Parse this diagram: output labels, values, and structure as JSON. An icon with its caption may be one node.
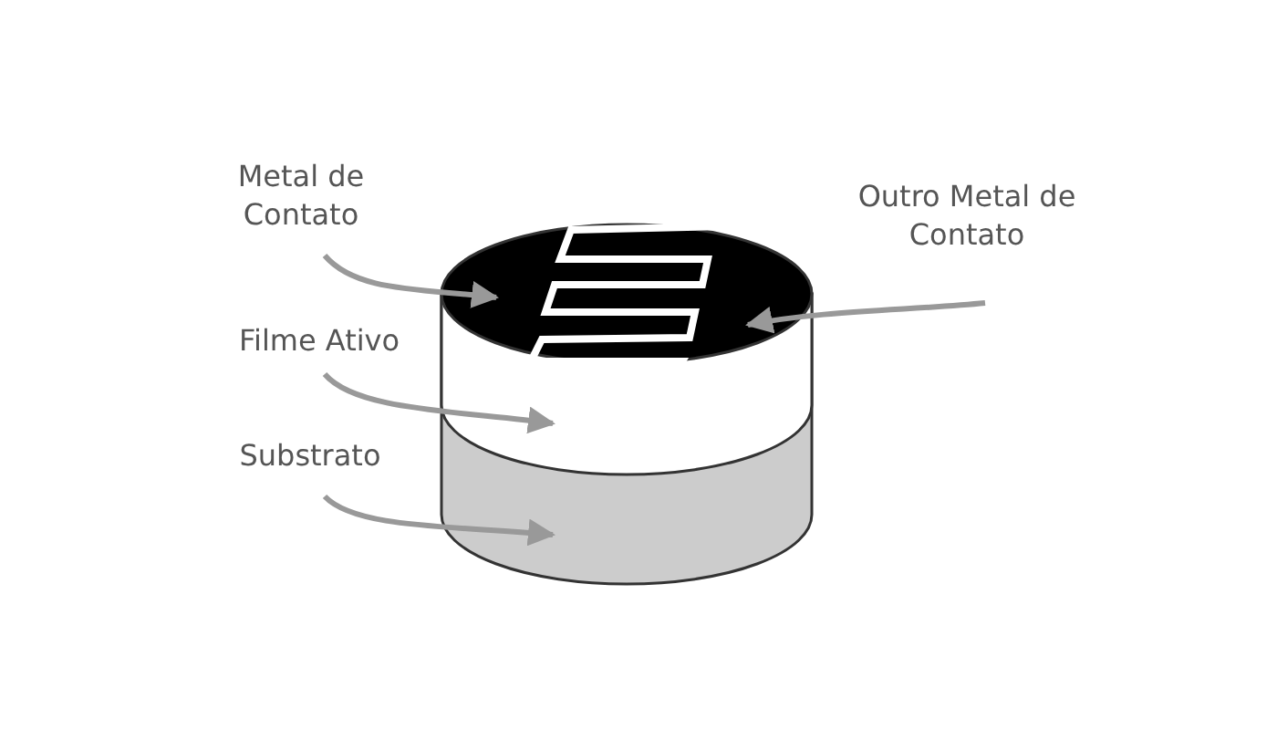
{
  "diagram": {
    "nodes": [
      {
        "text": [
          "Metal de Contato"
        ]
      },
      {
        "text": [
          "Outro Metal de Contato"
        ]
      },
      {
        "text": [
          "Filme Ativo"
        ]
      },
      {
        "text": [
          "Substrato"
        ]
      }
    ],
    "edges": [
      {
        "from": 0,
        "to": null,
        "arrow": "to"
      },
      {
        "from": 1,
        "to": null,
        "arrow": "to"
      },
      {
        "from": 2,
        "to": null,
        "arrow": "to"
      },
      {
        "from": 3,
        "to": null,
        "arrow": "to"
      }
    ]
  }
}
